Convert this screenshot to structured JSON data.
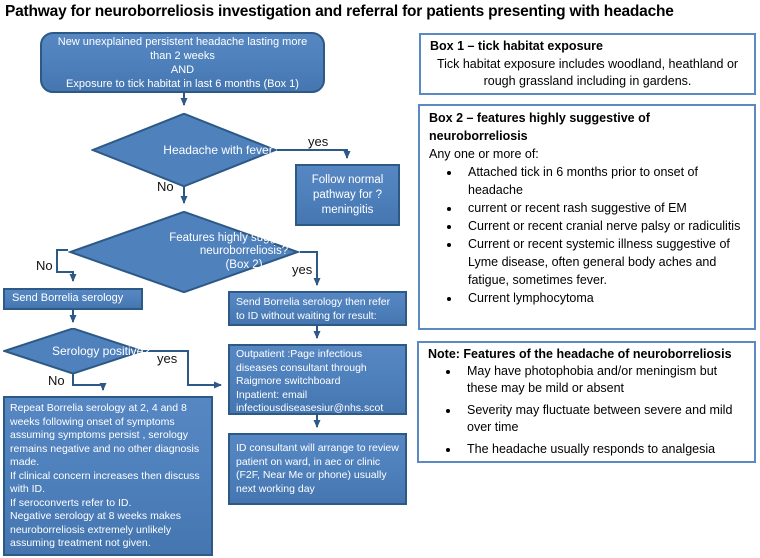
{
  "title": "Pathway for neuroborreliosis investigation and referral for patients presenting with headache",
  "colors": {
    "node_fill": "#4f81bd",
    "node_border": "#2d5986",
    "connector": "#2d5986",
    "panel_border": "#5b8ac2",
    "node_text": "#ffffff",
    "panel_text": "#000000"
  },
  "flowchart": {
    "start_box": {
      "lines": [
        "New unexplained persistent headache  lasting more than 2 weeks",
        "AND",
        "Exposure to tick habitat in last 6 months (Box 1)"
      ]
    },
    "decision_fever": {
      "label": "Headache with fever"
    },
    "meningitis_box": {
      "label": "Follow normal pathway for ?meningitis"
    },
    "decision_features": {
      "label": "Features highly suggestive of neuroborreliosis?",
      "ref": "(Box 2)"
    },
    "send_serology_box": {
      "label": "Send Borrelia serology"
    },
    "decision_serology": {
      "label": "Serology positive?"
    },
    "refer_box": {
      "label": "Send Borrelia serology then refer to ID without waiting for result:"
    },
    "contact_box": {
      "paragraphs": [
        "Outpatient :Page infectious diseases consultant through Raigmore switchboard",
        "Inpatient: email infectiousdiseasesiur@nhs.scot"
      ]
    },
    "id_box": {
      "label": "ID consultant will arrange to review patient on ward, in aec or clinic  (F2F, Near Me or phone) usually next working day"
    },
    "repeat_box": {
      "paragraphs": [
        "Repeat  Borrelia serology at 2, 4 and 8 weeks following onset of symptoms assuming symptoms persist , serology remains negative and no other diagnosis made.",
        "If clinical concern increases then discuss with ID.",
        "If seroconverts refer to ID.",
        "Negative serology at 8 weeks makes neuroborreliosis extremely unlikely assuming treatment not given."
      ]
    },
    "labels": {
      "yes_fever": "yes",
      "no_fever": "No",
      "no_features": "No",
      "yes_features": "yes",
      "yes_serology": "yes",
      "no_serology": "No"
    }
  },
  "side_panels": {
    "box1": {
      "title": "Box 1 – tick habitat exposure",
      "body": "Tick habitat exposure includes woodland, heathland or rough grassland including in gardens."
    },
    "box2": {
      "title": "Box 2 – features highly suggestive of neuroborreliosis",
      "intro": "Any one or more of:",
      "bullets": [
        "Attached tick in 6 months prior to onset of headache",
        "current or recent rash suggestive of EM",
        "Current or recent cranial nerve palsy or radiculitis",
        "Current or recent systemic illness suggestive of Lyme disease, often general body aches and fatigue, sometimes fever.",
        "Current lymphocytoma"
      ]
    },
    "note": {
      "title": "Note: Features of the headache of neuroborreliosis",
      "bullets": [
        "May have photophobia and/or meningism but these may be mild or absent",
        "Severity may fluctuate between severe and mild over time",
        "The headache usually responds to analgesia"
      ]
    }
  }
}
